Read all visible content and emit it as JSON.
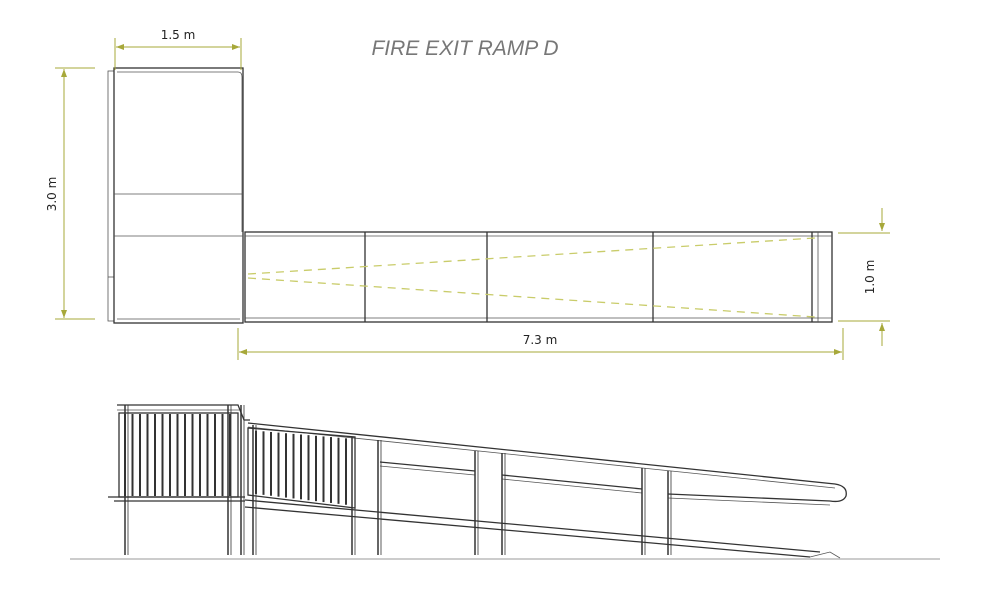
{
  "title": "FIRE EXIT RAMP D",
  "dimensions": {
    "landing_width": "1.5 m",
    "landing_length": "3.0 m",
    "ramp_length": "7.3 m",
    "ramp_width": "1.0 m"
  },
  "colors": {
    "dimension": "#a7a83a",
    "dashed_slope": "#c9cc6a",
    "line": "#333333",
    "title": "#777777"
  }
}
